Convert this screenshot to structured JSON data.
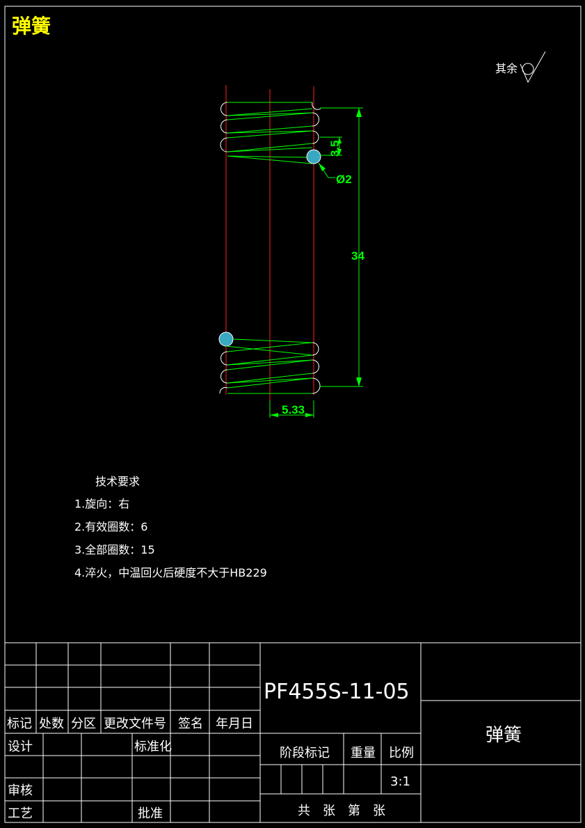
{
  "title": "弹簧",
  "roughness": {
    "label": "其余"
  },
  "dimensions": {
    "pitch": "3.5",
    "wire_dia": "Ø2",
    "free_length": "34",
    "half_width": "5.33"
  },
  "tech_req": {
    "heading": "技术要求",
    "items": [
      "1.旋向：右",
      "2.有效圈数：6",
      "3.全部圈数：15",
      "4.淬火，中温回火后硬度不大于HB229"
    ]
  },
  "title_block": {
    "drawing_no": "PF455S-11-05",
    "part_name": "弹簧",
    "revision_headers": [
      "标记",
      "处数",
      "分区",
      "更改文件号",
      "签名",
      "年月日"
    ],
    "design": "设计",
    "standardize": "标准化",
    "review": "审核",
    "process": "工艺",
    "approve": "批准",
    "stage_mark": "阶段标记",
    "weight": "重量",
    "scale_label": "比例",
    "scale": "3:1",
    "sheets": "共　张　第　张"
  },
  "colors": {
    "title": "#ffff00",
    "dimension": "#00ff00",
    "centerline": "#ff2020",
    "line": "#ffffff",
    "background": "#000000"
  }
}
